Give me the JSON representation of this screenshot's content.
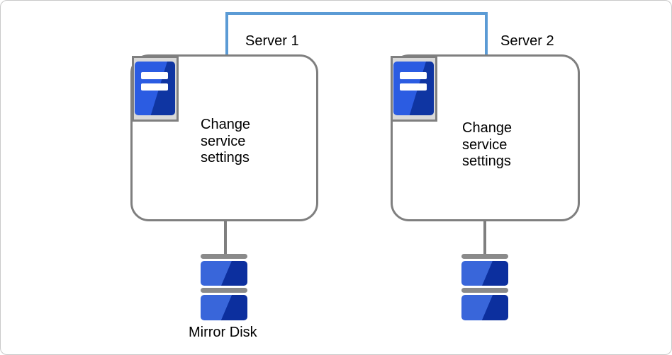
{
  "servers": [
    {
      "label": "Server 1",
      "box_text": "Change service settings"
    },
    {
      "label": "Server 2",
      "box_text": "Change service settings"
    }
  ],
  "storage": {
    "label": "Mirror Disk"
  },
  "colors": {
    "link-blue": "#5b9bd5",
    "border-gray": "#7f7f7f",
    "frame-border": "#c9c9c9",
    "icon-frame-fill": "#d9d9d9",
    "server-blue-light": "#2b5ce2",
    "server-blue-dark": "#0f35a2",
    "disk-blue-light": "#3966da",
    "disk-blue-dark": "#0c2f9e",
    "disk-bar-gray": "#8a8a8a",
    "text-black": "#000000"
  }
}
